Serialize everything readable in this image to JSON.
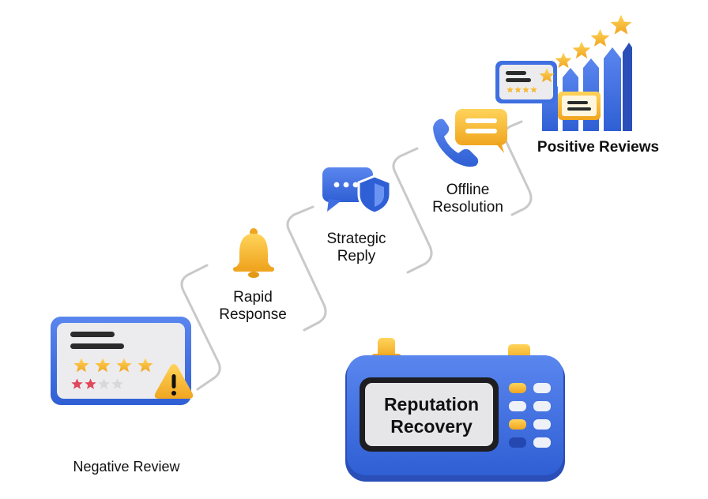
{
  "steps": {
    "negative": {
      "label": "Negative Review"
    },
    "rapid": {
      "line1": "Rapid",
      "line2": "Response"
    },
    "strategic": {
      "line1": "Strategic",
      "line2": "Reply"
    },
    "offline": {
      "line1": "Offline",
      "line2": "Resolution"
    },
    "positive": {
      "label": "Positive Reviews"
    }
  },
  "device": {
    "line1": "Reputation",
    "line2": "Recovery"
  },
  "icons": {
    "negative": [
      "review-card-icon",
      "star-icon",
      "warning-icon"
    ],
    "rapid": "bell-icon",
    "strategic": [
      "chat-bubble-icon",
      "shield-icon"
    ],
    "offline": [
      "phone-icon",
      "message-icon"
    ],
    "positive": [
      "review-card-icon",
      "bar-chart-icon",
      "star-icon"
    ],
    "device": "control-panel-icon"
  },
  "colors": {
    "blue": "#3f6fe0",
    "blue_dark": "#2a4fb8",
    "gold": "#f6b82a",
    "red": "#e0475b",
    "connector": "#c9c9c9"
  }
}
